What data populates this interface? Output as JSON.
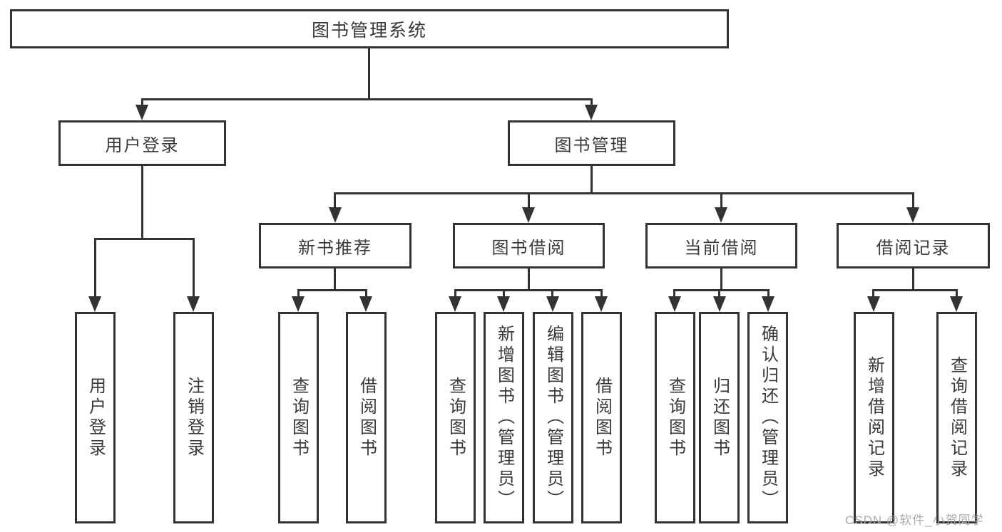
{
  "diagram": {
    "type": "hierarchy-flowchart",
    "colors": {
      "line": "#333333",
      "text": "#3a3a3a",
      "box_bg": "#ffffff",
      "watermark": "#a8a8a8"
    },
    "watermark": "CSDN @软件_小贺同学",
    "tree": {
      "root": {
        "label": "图书管理系统"
      },
      "level2": [
        {
          "label": "用户登录"
        },
        {
          "label": "图书管理"
        }
      ],
      "level3": [
        {
          "label": "新书推荐",
          "parent": "图书管理"
        },
        {
          "label": "图书借阅",
          "parent": "图书管理"
        },
        {
          "label": "当前借阅",
          "parent": "图书管理"
        },
        {
          "label": "借阅记录",
          "parent": "图书管理"
        }
      ],
      "leaves": [
        {
          "label": "用户登录",
          "parent": "用户登录"
        },
        {
          "label": "注销登录",
          "parent": "用户登录"
        },
        {
          "label": "查询图书",
          "parent": "新书推荐"
        },
        {
          "label": "借阅图书",
          "parent": "新书推荐"
        },
        {
          "label": "查询图书",
          "parent": "图书借阅"
        },
        {
          "label": "新增图书（管理员）",
          "parent": "图书借阅"
        },
        {
          "label": "编辑图书（管理员）",
          "parent": "图书借阅"
        },
        {
          "label": "借阅图书",
          "parent": "图书借阅"
        },
        {
          "label": "查询图书",
          "parent": "当前借阅"
        },
        {
          "label": "归还图书",
          "parent": "当前借阅"
        },
        {
          "label": "确认归还（管理员）",
          "parent": "当前借阅"
        },
        {
          "label": "新增借阅记录",
          "parent": "借阅记录"
        },
        {
          "label": "查询借阅记录",
          "parent": "借阅记录"
        }
      ]
    }
  }
}
